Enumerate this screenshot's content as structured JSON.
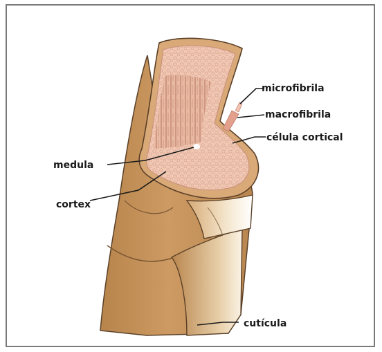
{
  "labels": {
    "microfibrila": "microfibrila",
    "macrofibrila": "macrofibrila",
    "celula_cortical": "célula cortical",
    "medula": "medula",
    "cortex": "cortex",
    "cuticula": "cutícula"
  },
  "colors": {
    "cuticle_outer": "#c9965e",
    "cuticle_dark": "#a87945",
    "cuticle_light": "#f2e2c7",
    "cortex_cut": "#f0c7b2",
    "cortex_fiber": "#c98f7a",
    "medulla": "#ffffff",
    "fibril": "#e3a08c"
  }
}
